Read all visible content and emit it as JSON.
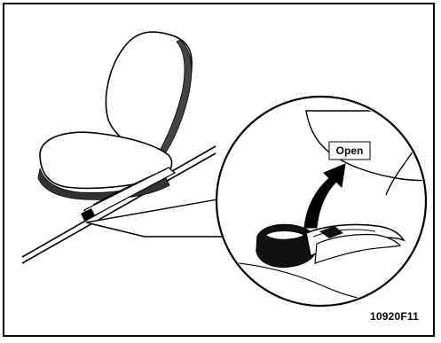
{
  "illustration": {
    "callout_label": "Open",
    "figure_id": "10920F11",
    "subject": "seat-adjustment-lever"
  },
  "colors": {
    "ink": "#000000",
    "paper": "#ffffff",
    "shade": "#222222"
  }
}
